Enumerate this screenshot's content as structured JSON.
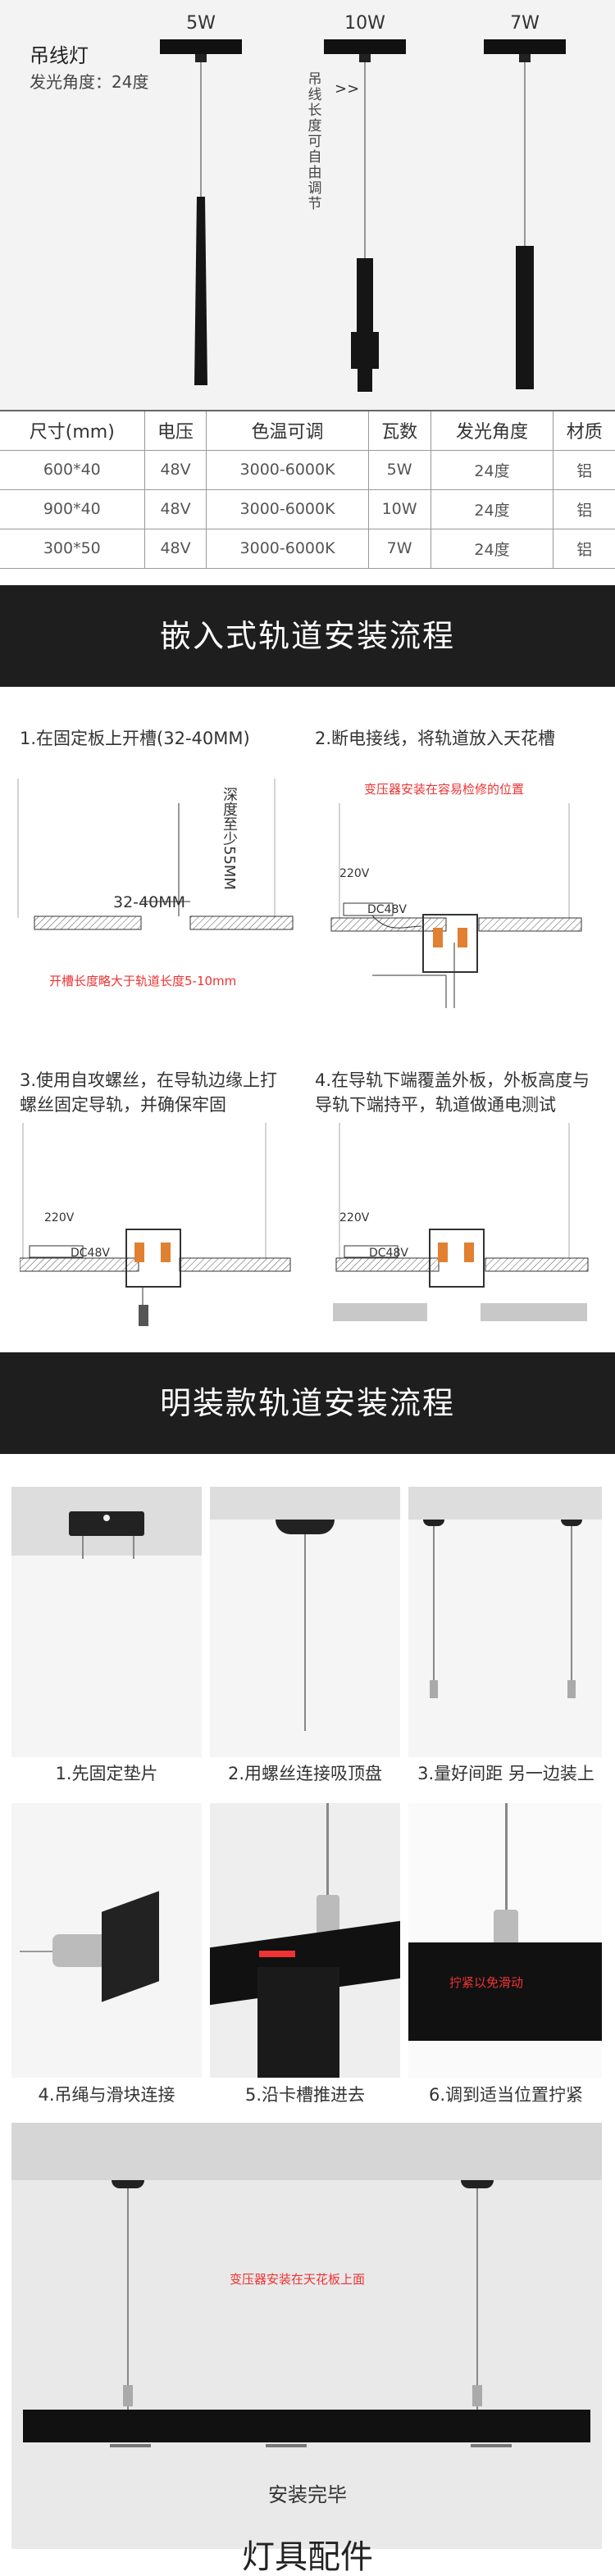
{
  "product": {
    "title": "吊线灯",
    "angle": "发光角度：24度",
    "watts": [
      "5W",
      "10W",
      "7W"
    ],
    "adjust": "吊线长度可自由调节"
  },
  "spec_table": {
    "headers": [
      "尺寸(mm)",
      "电压",
      "色温可调",
      "瓦数",
      "发光角度",
      "材质"
    ],
    "rows": [
      [
        "600*40",
        "48V",
        "3000-6000K",
        "5W",
        "24度",
        "铝"
      ],
      [
        "900*40",
        "48V",
        "3000-6000K",
        "10W",
        "24度",
        "铝"
      ],
      [
        "300*50",
        "48V",
        "3000-6000K",
        "7W",
        "24度",
        "铝"
      ]
    ]
  },
  "embedded": {
    "title": "嵌入式轨道安装流程",
    "steps": [
      "1.在固定板上开槽(32-40MM)",
      "2.断电接线，将轨道放入天花槽",
      "3.使用自攻螺丝，在导轨边缘上打螺丝固定导轨，并确保牢固",
      "4.在导轨下端覆盖外板，外板高度与导轨下端持平，轨道做通电测试"
    ],
    "labels": {
      "depth": "深度至少55MM",
      "width": "32-40MM",
      "slot_note": "开槽长度略大于轨道长度5-10mm",
      "transformer_note": "变压器安装在容易检修的位置",
      "v220": "220V",
      "dc48": "DC48V"
    }
  },
  "surface": {
    "title": "明装款轨道安装流程",
    "steps": [
      "1.先固定垫片",
      "2.用螺丝连接吸顶盘",
      "3.量好间距 另一边装上",
      "4.吊绳与滑块连接",
      "5.沿卡槽推进去",
      "6.调到适当位置拧紧"
    ],
    "tighten_note": "拧紧以免滑动",
    "final_note": "变压器安装在天花板上面",
    "final_caption": "安装完毕"
  },
  "next_section": "灯具配件",
  "colors": {
    "dark": "#1e1e1e",
    "red": "#e33333",
    "bg": "#f3f3f3"
  }
}
